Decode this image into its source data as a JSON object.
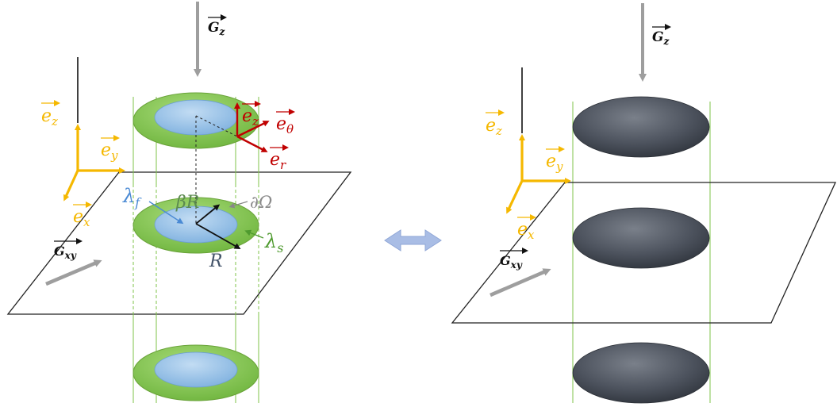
{
  "colors": {
    "yellow": "#f5b800",
    "red": "#c00000",
    "green_outer": "#7fc34a",
    "green_stroke": "#6aa33a",
    "blue_inner": "#8fbde6",
    "green_text": "#4f9a2f",
    "blue_text": "#4a8ad4",
    "grey_arrow": "#9e9e9e",
    "dark_disc": "#4d535e",
    "double_arrow": "#a9bde5"
  },
  "left": {
    "gz": "G",
    "gz_sub": "z",
    "gxy": "G",
    "gxy_sub": "xy",
    "ez": "e",
    "ez_sub": "z",
    "ey": "e",
    "ey_sub": "y",
    "ex": "e",
    "ex_sub": "x",
    "local_ez": "e",
    "local_ez_sub": "z",
    "e_theta": "e",
    "e_theta_sub": "θ",
    "e_r": "e",
    "e_r_sub": "r",
    "lambda_f": "λ",
    "lambda_f_sub": "f",
    "beta_r": "βR",
    "boundary": "∂Ω",
    "lambda_s": "λ",
    "lambda_s_sub": "s",
    "radius": "R"
  },
  "right": {
    "gz": "G",
    "gz_sub": "z",
    "gxy": "G",
    "gxy_sub": "xy",
    "ez": "e",
    "ez_sub": "z",
    "ey": "e",
    "ey_sub": "y",
    "ex": "e",
    "ex_sub": "x"
  }
}
